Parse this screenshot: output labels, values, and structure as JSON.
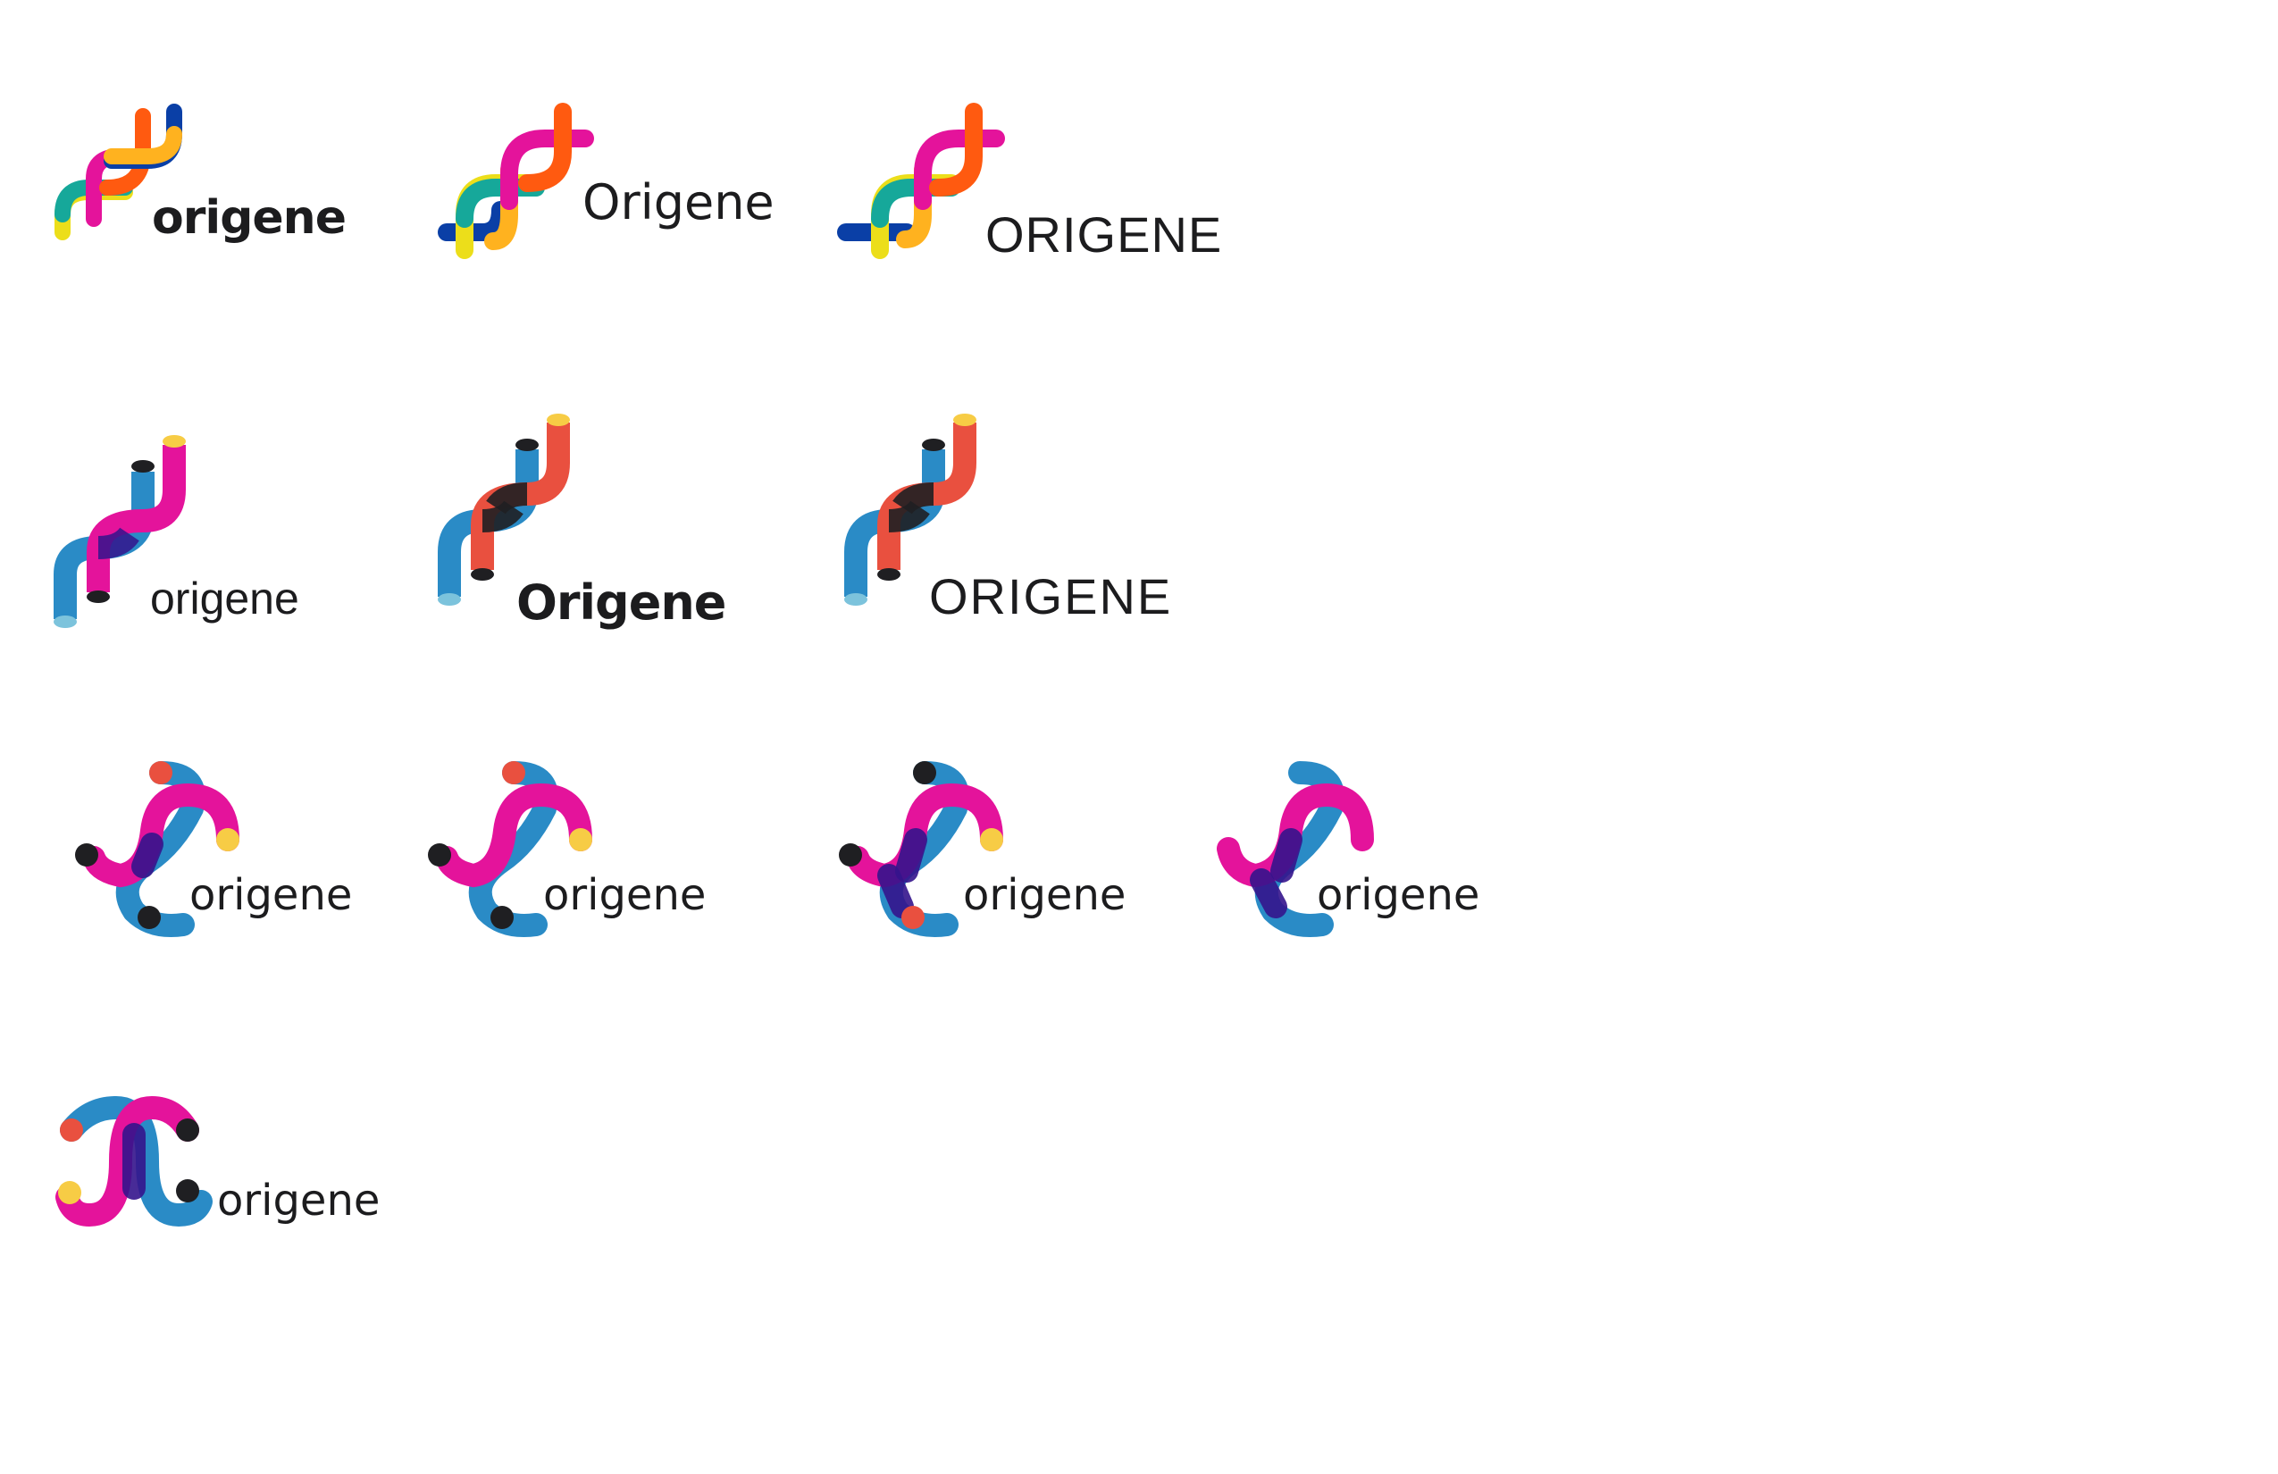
{
  "page": {
    "background": "#ffffff"
  },
  "palette": {
    "magenta": "#e4139b",
    "orange": "#ff5a10",
    "amber": "#ffb21f",
    "yellow": "#ecde1a",
    "teal": "#16a89a",
    "navy": "#0a3fa6",
    "blue": "#2a8bc6",
    "red": "#e9503f",
    "dark": "#1f1f22",
    "gold": "#f7cc45",
    "light_blue": "#7cc3dc",
    "indigo": "#34148c",
    "text": "#1c1c1e"
  },
  "rows": [
    {
      "name": "colorful-helix-row",
      "logos": [
        {
          "mark": "multicolor-helix-mark-icon",
          "wordmark": "origene",
          "style": "bold lowercase"
        },
        {
          "mark": "multicolor-helix-mark-icon",
          "wordmark": "Origene",
          "style": "regular titlecase"
        },
        {
          "mark": "multicolor-helix-mark-icon",
          "wordmark": "ORIGENE",
          "style": "uppercase"
        }
      ]
    },
    {
      "name": "tube-helix-row",
      "logos": [
        {
          "mark": "tube-helix-mark-icon",
          "wordmark": "origene",
          "style": "light lowercase"
        },
        {
          "mark": "tube-helix-mark-icon",
          "wordmark": "Origene",
          "style": "bold titlecase"
        },
        {
          "mark": "tube-helix-mark-icon",
          "wordmark": "ORIGENE",
          "style": "stencil uppercase"
        }
      ]
    },
    {
      "name": "swirl-row",
      "logos": [
        {
          "mark": "swirl-mark-icon",
          "wordmark": "origene"
        },
        {
          "mark": "swirl-mark-icon",
          "wordmark": "origene"
        },
        {
          "mark": "swirl-mark-icon",
          "wordmark": "origene"
        },
        {
          "mark": "swirl-mark-icon",
          "wordmark": "origene"
        }
      ]
    },
    {
      "name": "interlocked-c-row",
      "logos": [
        {
          "mark": "interlocked-c-mark-icon",
          "wordmark": "origene"
        }
      ]
    }
  ]
}
